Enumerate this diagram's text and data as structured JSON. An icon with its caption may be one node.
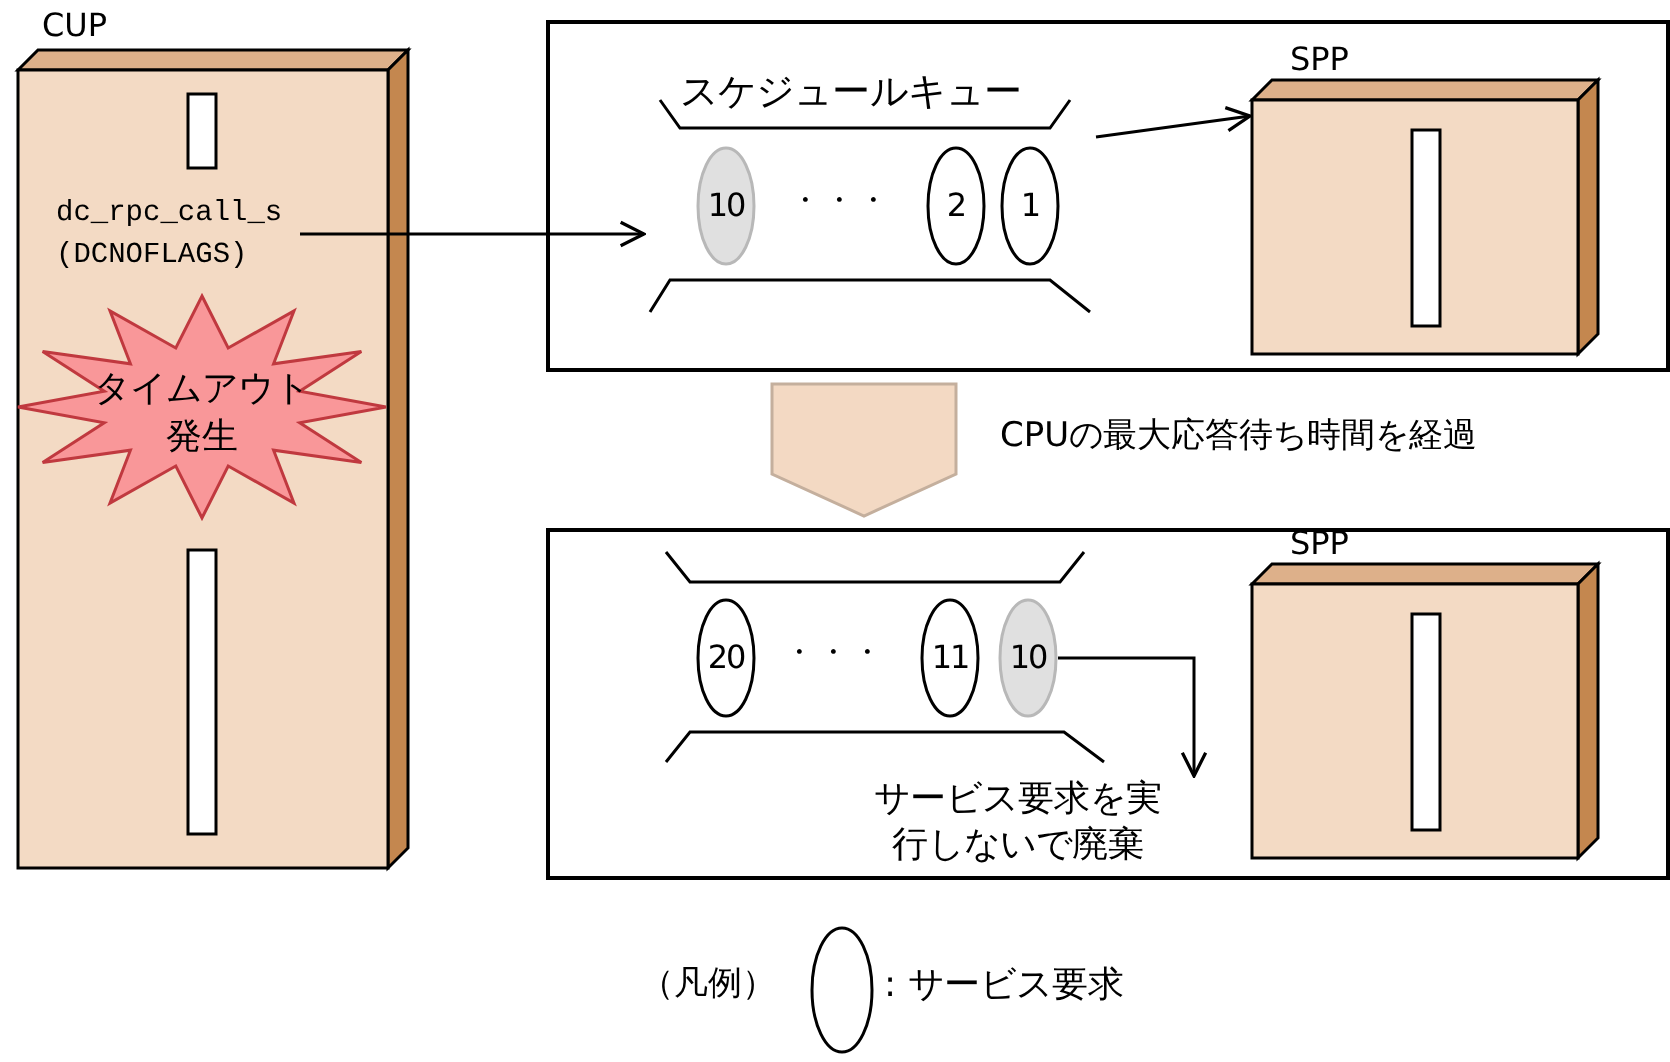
{
  "diagram": {
    "nodes": [
      {
        "text": [
          "CUP"
        ]
      },
      {
        "text": [
          "dc_rpc_call_s (DCNOFLAGS)"
        ],
        "in": 0
      },
      {
        "text": [
          "タイムアウト発生"
        ],
        "in": 0
      },
      {
        "text": [],
        "shape": "box"
      },
      {
        "text": [
          "スケジュールキュー"
        ],
        "in": 3
      },
      {
        "text": [
          "10"
        ],
        "in": 4
      },
      {
        "text": [
          "2"
        ],
        "in": 4
      },
      {
        "text": [
          "1"
        ],
        "in": 4
      },
      {
        "text": [
          "SPP"
        ],
        "in": 3
      },
      {
        "text": [],
        "shape": "box"
      },
      {
        "text": [
          "20"
        ],
        "in": 9
      },
      {
        "text": [
          "11"
        ],
        "in": 9
      },
      {
        "text": [
          "10"
        ],
        "in": 9
      },
      {
        "text": [
          "サービス要求を実行しないで廃棄"
        ],
        "in": 9
      },
      {
        "text": [
          "SPP"
        ],
        "in": 9
      }
    ],
    "edges": [
      {
        "from": 1,
        "to": 4,
        "arrow": "to"
      },
      {
        "from": 4,
        "to": 8,
        "arrow": "to"
      },
      {
        "from": 3,
        "to": 9,
        "arrow": "to",
        "label": "CPUの最大応答待ち時間を経過",
        "style": "thick",
        "color": "#f3d9c3"
      },
      {
        "from": 12,
        "to": 13,
        "arrow": "to"
      }
    ],
    "labels": [
      "・・・",
      "・・・",
      "（凡例）"
    ],
    "legend": [
      {
        "text": ": サービス要求"
      }
    ]
  }
}
